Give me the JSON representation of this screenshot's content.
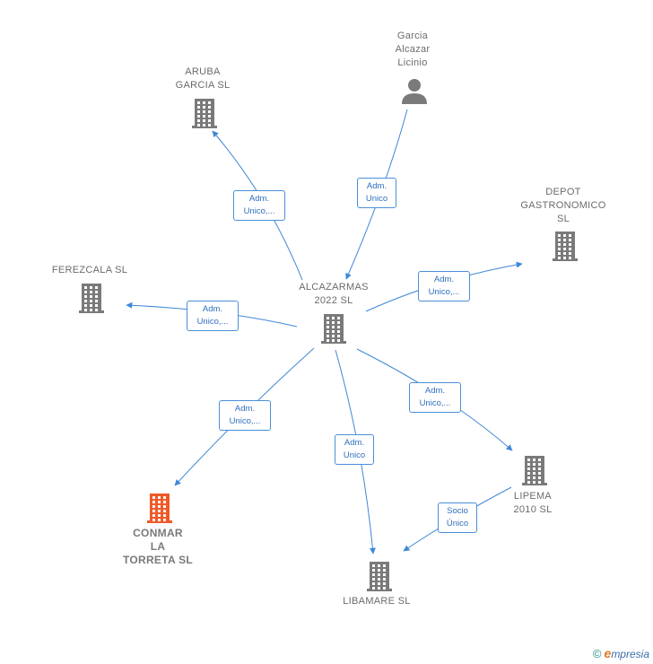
{
  "nodes": {
    "center": {
      "label": "ALCAZARMAS\n2022  SL"
    },
    "aruba": {
      "label": "ARUBA\nGARCIA  SL"
    },
    "garcia": {
      "label": "Garcia\nAlcazar\nLicinio"
    },
    "depot": {
      "label": "DEPOT\nGASTRONOMICO\nSL"
    },
    "ferezcala": {
      "label": "FEREZCALA SL"
    },
    "conmar": {
      "label": "CONMAR\nLA\nTORRETA  SL"
    },
    "libamare": {
      "label": "LIBAMARE SL"
    },
    "lipema": {
      "label": "LIPEMA\n2010  SL"
    }
  },
  "edges": {
    "aruba": {
      "label": "Adm.\nUnico,..."
    },
    "garcia": {
      "label": "Adm.\nUnico"
    },
    "depot": {
      "label": "Adm.\nUnico,..."
    },
    "ferezcala": {
      "label": "Adm.\nUnico,..."
    },
    "conmar": {
      "label": "Adm.\nUnico,..."
    },
    "libamare": {
      "label": "Adm.\nUnico"
    },
    "lipema": {
      "label": "Adm.\nUnico,..."
    },
    "lipema_libamare": {
      "label": "Socio\nÚnico"
    }
  },
  "colors": {
    "edge": "#3f87d6",
    "building": "#7a7a7a",
    "building_highlight": "#f05a28",
    "person": "#7a7a7a"
  },
  "footer": {
    "copyright": "©",
    "brand_initial": "e",
    "brand_rest": "mpresia"
  }
}
